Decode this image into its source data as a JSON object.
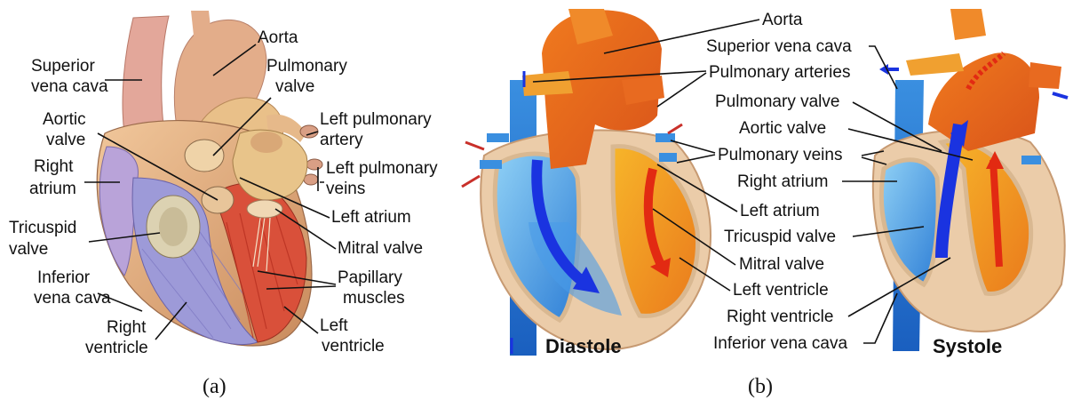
{
  "panel_a": {
    "caption": "(a)",
    "labels": {
      "aorta": "Aorta",
      "superior_vena_cava_1": "Superior",
      "superior_vena_cava_2": "vena cava",
      "pulmonary_valve_1": "Pulmonary",
      "pulmonary_valve_2": "valve",
      "aortic_valve_1": "Aortic",
      "aortic_valve_2": "valve",
      "left_pulmonary_artery_1": "Left pulmonary",
      "left_pulmonary_artery_2": "artery",
      "right_atrium_1": "Right",
      "right_atrium_2": "atrium",
      "left_pulmonary_veins_1": "Left pulmonary",
      "left_pulmonary_veins_2": "veins",
      "left_atrium": "Left atrium",
      "tricuspid_valve_1": "Tricuspid",
      "tricuspid_valve_2": "valve",
      "mitral_valve": "Mitral valve",
      "papillary_muscles_1": "Papillary",
      "papillary_muscles_2": "muscles",
      "inferior_vena_cava_1": "Inferior",
      "inferior_vena_cava_2": "vena cava",
      "left_ventricle_1": "Left",
      "left_ventricle_2": "ventricle",
      "right_ventricle_1": "Right",
      "right_ventricle_2": "ventricle"
    }
  },
  "panel_b": {
    "caption": "(b)",
    "diastole_title": "Diastole",
    "systole_title": "Systole",
    "labels": {
      "aorta": "Aorta",
      "superior_vena_cava": "Superior vena cava",
      "pulmonary_arteries": "Pulmonary arteries",
      "pulmonary_valve": "Pulmonary valve",
      "aortic_valve": "Aortic valve",
      "pulmonary_veins": "Pulmonary veins",
      "right_atrium": "Right atrium",
      "left_atrium": "Left atrium",
      "tricuspid_valve": "Tricuspid valve",
      "mitral_valve": "Mitral valve",
      "left_ventricle": "Left ventricle",
      "right_ventricle": "Right ventricle",
      "inferior_vena_cava": "Inferior vena cava"
    }
  },
  "colors": {
    "deoxygenated_blue": "#2f7fd6",
    "oxygenated_red": "#e8621a",
    "pericardium_tan": "#e8c7a3",
    "flow_arrow_blue": "#1a33e0",
    "flow_arrow_red": "#e22a12"
  }
}
